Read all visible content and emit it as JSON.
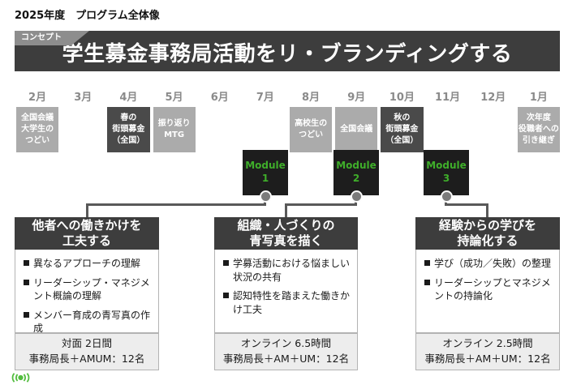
{
  "page": {
    "title": "2025年度　プログラム全体像"
  },
  "concept": {
    "tag": "コンセプト",
    "title": "学生募金事務局活動をリ・ブランディングする"
  },
  "timeline": {
    "months": [
      "2月",
      "3月",
      "4月",
      "5月",
      "6月",
      "7月",
      "8月",
      "9月",
      "10月",
      "11月",
      "12月",
      "1月"
    ],
    "events": [
      {
        "month": "2月",
        "label": "全国会議\n大学生の\nつどい",
        "variant": "light"
      },
      {
        "month": "4月",
        "label": "春の\n街頭募金\n（全国）",
        "variant": "dark"
      },
      {
        "month": "5月",
        "label": "振り返り\nMTG",
        "variant": "light"
      },
      {
        "month": "8月",
        "label": "高校生の\nつどい",
        "variant": "light"
      },
      {
        "month": "9月",
        "label": "全国会議",
        "variant": "light"
      },
      {
        "month": "10月",
        "label": "秋の\n街頭募金\n（全国）",
        "variant": "dark"
      },
      {
        "month": "1月",
        "label": "次年度\n役職者への\n引き継ぎ",
        "variant": "light"
      }
    ]
  },
  "modules": [
    {
      "label": "Module\n1"
    },
    {
      "label": "Module\n2"
    },
    {
      "label": "Module\n3"
    }
  ],
  "columns": [
    {
      "title": "他者への働きかけを\n工夫する",
      "bullets": [
        "異なるアプローチの理解",
        "リーダーシップ・マネジメント概論の理解",
        "メンバー育成の青写真の作成"
      ],
      "footer": "対面 2日間\n事務局長＋AMUM：12名"
    },
    {
      "title": "組織・人づくりの\n青写真を描く",
      "bullets": [
        "学募活動における悩ましい状況の共有",
        "認知特性を踏まえた働きかけ工夫"
      ],
      "footer": "オンライン 6.5時間\n事務局長＋AM＋UM：12名"
    },
    {
      "title": "経験からの学びを\n持論化する",
      "bullets": [
        "学び（成功／失敗）の整理",
        "リーダーシップとマネジメントの持論化"
      ],
      "footer": "オンライン 2.5時間\n事務局長＋AM＋UM：12名"
    }
  ],
  "icons": {
    "logo": "green-signal-dot-icon"
  },
  "colors": {
    "banner": "#3d3d3d",
    "concept_tag": "#8d8d8d",
    "event_light": "#ababab",
    "event_dark": "#4a4a4a",
    "module_bg": "#1d1d1d",
    "module_green": "#3fae2a",
    "connector": "#595959",
    "footer_bg": "#ededed",
    "logo_green": "#53bd3f"
  }
}
